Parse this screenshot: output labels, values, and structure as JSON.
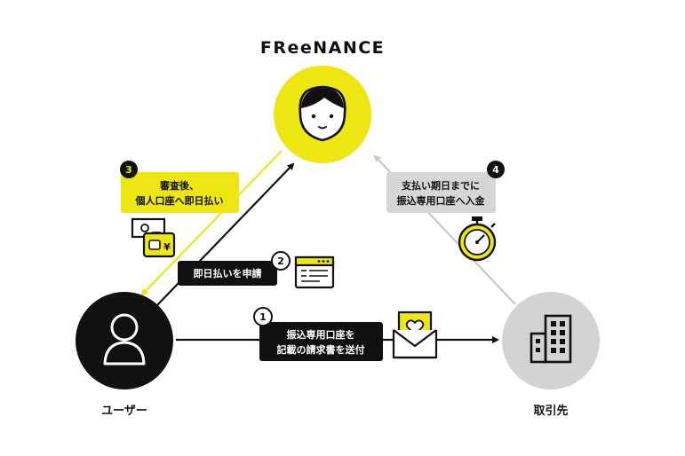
{
  "brand": "FReeNANCE",
  "nodes": {
    "user": "ユーザー",
    "client": "取引先"
  },
  "steps": {
    "s1": {
      "num": "1",
      "line1": "振込専用口座を",
      "line2": "記載の請求書を送付"
    },
    "s2": {
      "num": "2",
      "line1": "即日払いを申請"
    },
    "s3": {
      "num": "3",
      "line1": "審査後、",
      "line2": "個人口座へ即日払い"
    },
    "s4": {
      "num": "4",
      "line1": "支払い期日までに",
      "line2": "振込専用口座へ入金"
    }
  },
  "colors": {
    "yellow": "#ede612",
    "black": "#111111",
    "gray": "#cfcfcf",
    "label_gray": "#d6d6d6"
  },
  "icons": {
    "freenance_face": "person-face-icon",
    "user": "user-icon",
    "client": "building-icon",
    "cash": "cash-wallet-icon",
    "browser": "browser-window-icon",
    "timer": "stopwatch-icon",
    "invoice": "invoice-envelope-icon"
  }
}
